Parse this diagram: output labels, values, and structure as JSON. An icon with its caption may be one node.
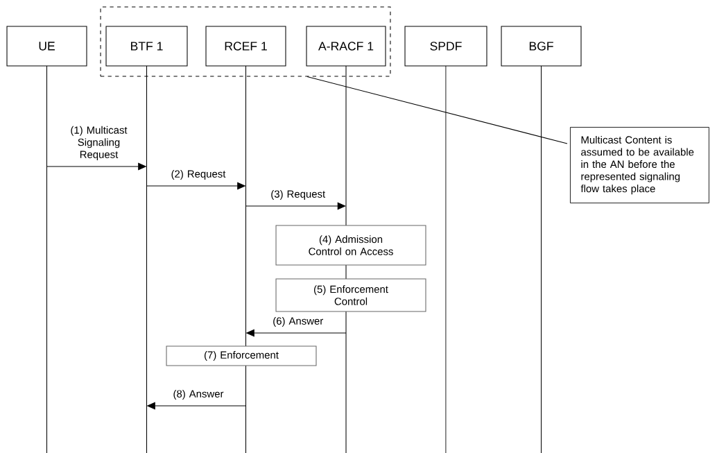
{
  "diagram": {
    "nodes": [
      {
        "text": [
          "UE"
        ]
      },
      {
        "text": [],
        "shape": "box"
      },
      {
        "text": [
          "BTF 1"
        ],
        "in": 1
      },
      {
        "text": [
          "RCEF 1"
        ],
        "in": 1
      },
      {
        "text": [
          "A-RACF 1"
        ],
        "in": 1
      },
      {
        "text": [
          "SPDF"
        ]
      },
      {
        "text": [
          "BGF"
        ]
      },
      {
        "text": [
          "Multicast Content is assumed to be available in the AN before the represented signaling flow takes place"
        ]
      },
      {
        "text": [
          "(4) Admission Control on  Access"
        ]
      },
      {
        "text": [
          "(5) Enforcement Control"
        ]
      },
      {
        "text": [
          "(7) Enforcement"
        ]
      },
      {
        "text": [],
        "shape": "line"
      },
      {
        "text": [],
        "shape": "line"
      },
      {
        "text": [],
        "shape": "line"
      },
      {
        "text": [],
        "shape": "line"
      },
      {
        "text": [],
        "shape": "line"
      },
      {
        "text": [],
        "shape": "line"
      }
    ],
    "edges": [
      {
        "from": 11,
        "to": 12,
        "arrow": "to",
        "label": "(1) Multicast Signaling Request"
      },
      {
        "from": 12,
        "to": 13,
        "arrow": "to",
        "label": "(2) Request"
      },
      {
        "from": 13,
        "to": 14,
        "arrow": "to",
        "label": "(3) Request"
      },
      {
        "from": 14,
        "to": 13,
        "arrow": "to",
        "label": "(6) Answer"
      },
      {
        "from": 13,
        "to": 12,
        "arrow": "to",
        "label": "(8) Answer"
      },
      {
        "from": 7,
        "to": 1,
        "arrow": "none"
      }
    ]
  }
}
